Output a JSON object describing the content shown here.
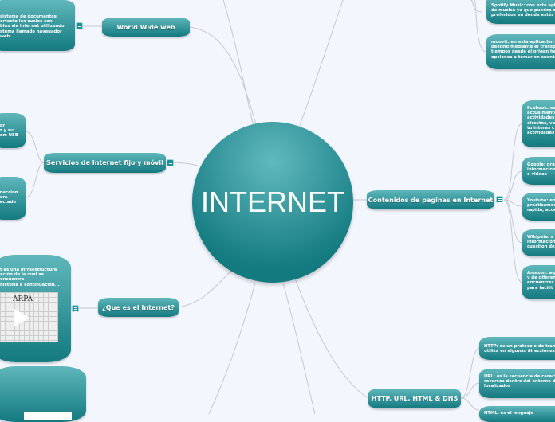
{
  "center": {
    "title": "INTERNET"
  },
  "nodes": {
    "www": {
      "label": "World Wide web",
      "detail": "sistema de documentos\nertexto los cuales son\nbles via internet utilizando\nstema llamado navegador web"
    },
    "servicios": {
      "label": "Servicios de Internet fijo y móvil",
      "children": [
        "por\nco y su\ndem USB",
        "oneccion\nnera\nnectado"
      ]
    },
    "que_es": {
      "label": "¿Que es el Internet?",
      "detail": "t es una infraestructura\nación de la cual se encuentra\nhistoria a continuación...",
      "video_text": "ARPA"
    },
    "contenidos": {
      "label": "Contenidos de paginas en Internet",
      "children": [
        "Fcabook: es\nactualmente\nactividades\ndirectos, ve\ntu interes c\nactividades",
        "Google: gra\ninformacion\no videos",
        "Youtube: en\npracticamen\nrapida, acce",
        "Wikipeia: e\ninformación\ncuestion de",
        "Amazon: aq\ny de diferen\nencuentras\npara facilit"
      ]
    },
    "apps": {
      "children": [
        "Spotify Music: con esta aplic\nde musica ya que puedes es\npreferidos en donde estés c",
        "moovit: en esta aplicacion p\ndestino mediante el transpo\ntiempos desde el origen has\nopciones a tomar en cuenta"
      ]
    },
    "http": {
      "label": "HTTP, URL, HTML & DNS",
      "children": [
        "HTTP: es un protocolo de trans\nutiliza en algunas direcciones c",
        "URL: es la secuencia de caracte\nrecursos dentro del entorno de\nlocalizados",
        "HTML: es el lenguaje"
      ]
    }
  },
  "colors": {
    "node": "#137a80",
    "node_light": "#5fb7bb",
    "background": "#f3f6fd"
  }
}
